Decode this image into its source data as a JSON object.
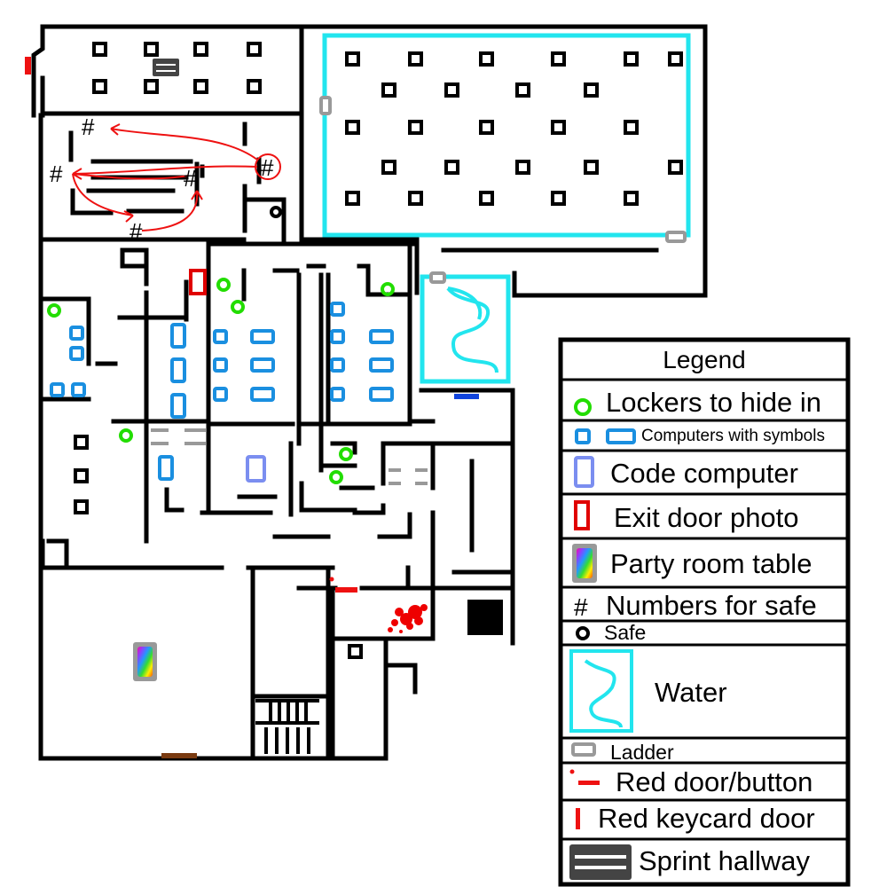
{
  "map": {
    "safe_number_marker": "#",
    "accent_colors": {
      "walls": "#000000",
      "lockers": "#22dd00",
      "computers": "#1a8fe0",
      "code_computer": "#7b8ef0",
      "exit_door": "#e00000",
      "water": "#22e5ee",
      "ladder": "#999999",
      "red_door": "#ee1111",
      "sprint_hallway": "#444444",
      "brown_door": "#7a3a10",
      "blue_door": "#1144dd"
    }
  },
  "legend": {
    "title": "Legend",
    "items": [
      {
        "label": "Lockers to hide in",
        "icon": "locker-icon"
      },
      {
        "label": "Computers with symbols",
        "icon": "computer-icon"
      },
      {
        "label": "Code computer",
        "icon": "code-computer-icon"
      },
      {
        "label": "Exit door photo",
        "icon": "exit-door-photo-icon"
      },
      {
        "label": "Party room table",
        "icon": "party-table-icon"
      },
      {
        "label": "Numbers for safe",
        "icon": "hash-icon",
        "glyph": "#"
      },
      {
        "label": "Safe",
        "icon": "safe-icon"
      },
      {
        "label": "Water",
        "icon": "water-icon"
      },
      {
        "label": "Ladder",
        "icon": "ladder-icon"
      },
      {
        "label": "Red door/button",
        "icon": "red-door-button-icon"
      },
      {
        "label": "Red keycard door",
        "icon": "red-keycard-door-icon"
      },
      {
        "label": "Sprint hallway",
        "icon": "sprint-hallway-icon"
      }
    ]
  }
}
